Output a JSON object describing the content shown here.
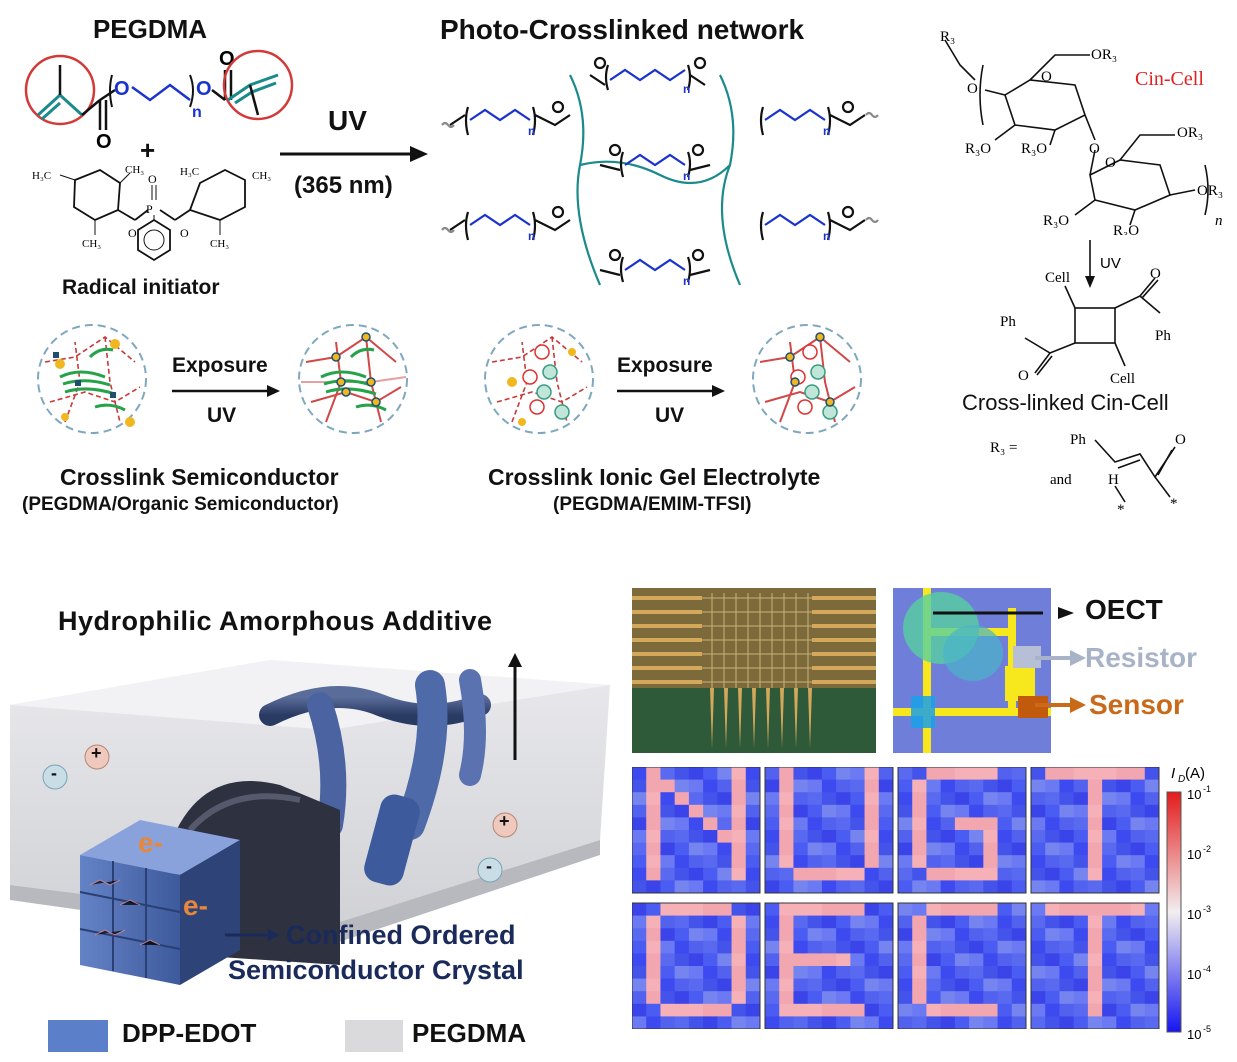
{
  "top": {
    "pegdma_title": "PEGDMA",
    "plus": "+",
    "radical_initiator": "Radical initiator",
    "uv_label": "UV",
    "uv_wavelength": "(365 nm)",
    "network_title": "Photo-Crosslinked network",
    "repeat_n": "n",
    "methyl_label": "H₃C"
  },
  "cin_cell": {
    "name": "Cin-Cell",
    "r3": "R₃",
    "oxygen": "O",
    "ro_label": "OR₃",
    "r3o_label": "R₃O",
    "repeat_n": "n",
    "uv": "UV",
    "cell": "Cell",
    "ph": "Ph",
    "o": "O",
    "cross_linked": "Cross-linked Cin-Cell",
    "r3_eq": "R₃ =",
    "and": "and",
    "h": "H",
    "star": "*"
  },
  "middle": {
    "exposure": "Exposure",
    "uv": "UV",
    "semi_title": "Crosslink Semiconductor",
    "semi_sub": "(PEGDMA/Organic Semiconductor)",
    "gel_title": "Crosslink Ionic Gel Electrolyte",
    "gel_sub": "(PEGDMA/EMIM-TFSI)"
  },
  "bottom_left": {
    "title": "Hydrophilic Amorphous Additive",
    "electron": "e-",
    "confined_line1": "Confined Ordered",
    "confined_line2": "Semiconductor Crystal",
    "legend_dpp": "DPP-EDOT",
    "legend_pegdma": "PEGDMA",
    "plus": "+",
    "minus": "-"
  },
  "circuit": {
    "oect": "OECT",
    "resistor": "Resistor",
    "sensor": "Sensor"
  },
  "heatmap": {
    "colorbar_title": "I",
    "colorbar_sub": "D",
    "colorbar_unit": " (A)",
    "tick_base": "10",
    "ticks": [
      "-1",
      "-2",
      "-3",
      "-4",
      "-5"
    ],
    "letters": [
      "N",
      "U",
      "G",
      "T",
      "O",
      "E",
      "C",
      "T"
    ],
    "colors": {
      "low": "#3b3bf5",
      "mid": "#f2eef0",
      "high": "#e8444a",
      "pink": "#f2a6b0"
    }
  },
  "colors": {
    "green_circle": "#d23a3a",
    "teal": "#1a8a8a",
    "blue_chain": "#1a33cc",
    "red_text": "#e02020",
    "sensor_orange": "#c96a1a",
    "resistor_gray": "#a9b3c8",
    "navy": "#1a2a5a"
  }
}
